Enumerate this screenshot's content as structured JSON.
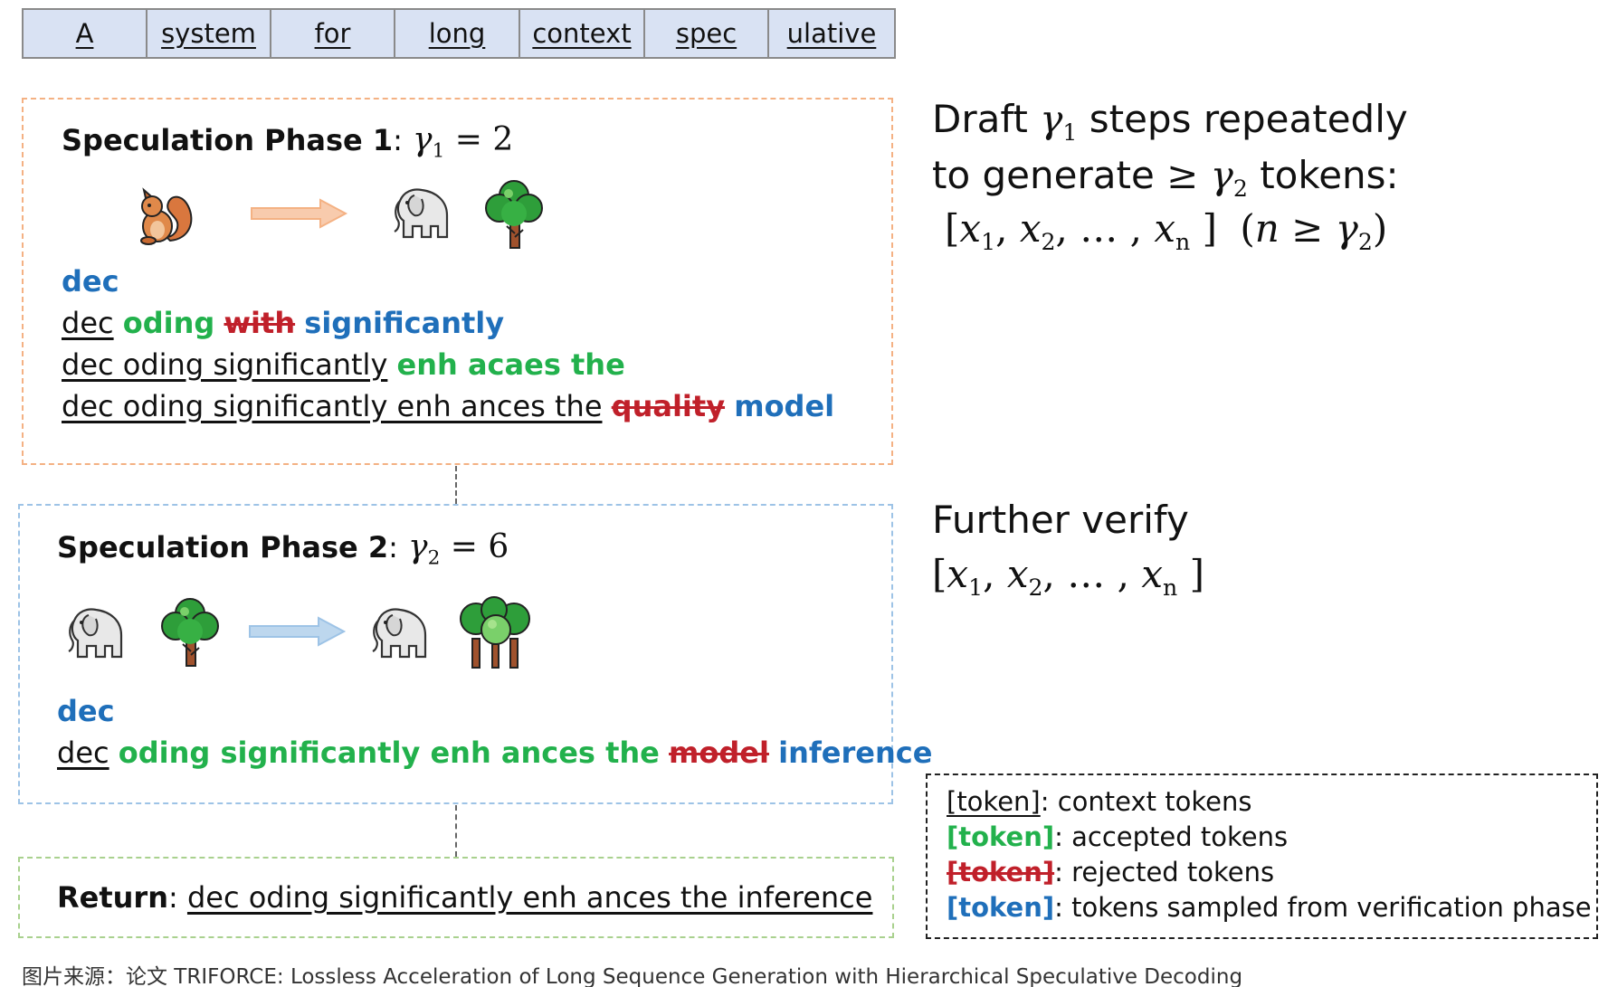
{
  "context_tokens": [
    "A",
    "system",
    "for",
    "long",
    "context",
    "spec",
    "ulative"
  ],
  "phase1": {
    "title_bold": "Speculation Phase 1",
    "title_colon": ":",
    "gamma_symbol": "γ",
    "gamma_index": "1",
    "gamma_value": "= 2",
    "icons": [
      "squirrel-icon",
      "arrow-right-icon",
      "elephant-icon",
      "tree-icon"
    ],
    "lines": [
      [
        {
          "text": "dec",
          "kind": "sampled"
        }
      ],
      [
        {
          "text": "dec",
          "kind": "context"
        },
        {
          "text": "oding",
          "kind": "accepted"
        },
        {
          "text": "with",
          "kind": "rejected"
        },
        {
          "text": "significantly",
          "kind": "sampled"
        }
      ],
      [
        {
          "text": "dec oding significantly",
          "kind": "context"
        },
        {
          "text": "enh acaes the",
          "kind": "accepted"
        }
      ],
      [
        {
          "text": "dec oding significantly enh ances the",
          "kind": "context"
        },
        {
          "text": "quality",
          "kind": "rejected"
        },
        {
          "text": "model",
          "kind": "sampled"
        }
      ]
    ]
  },
  "phase2": {
    "title_bold": "Speculation Phase 2",
    "title_colon": ":",
    "gamma_symbol": "γ",
    "gamma_index": "2",
    "gamma_value": "= 6",
    "icons": [
      "elephant-icon",
      "tree-icon",
      "arrow-right-icon",
      "elephant-icon",
      "forest-icon"
    ],
    "lines": [
      [
        {
          "text": "dec",
          "kind": "sampled"
        }
      ],
      [
        {
          "text": "dec",
          "kind": "context"
        },
        {
          "text": "oding significantly enh ances the",
          "kind": "accepted"
        },
        {
          "text": "model",
          "kind": "rejected"
        },
        {
          "text": "inference",
          "kind": "sampled"
        }
      ]
    ]
  },
  "return": {
    "label": "Return",
    "colon": ":",
    "text": "dec oding significantly enh ances the inference"
  },
  "right_top": {
    "line1_pre": "Draft",
    "line1_sym": "γ",
    "line1_idx": "1",
    "line1_post": "steps repeatedly",
    "line2_pre": "to generate",
    "line2_geq": "≥",
    "line2_sym": "γ",
    "line2_idx": "2",
    "line2_post": "tokens:",
    "formula": {
      "open": "[",
      "x1": "x",
      "i1": "1",
      "sep1": ",",
      "x2": "x",
      "i2": "2",
      "sep2": ",",
      "dots": "… ,",
      "xn": "x",
      "in": "n",
      "close": "]",
      "cond_open": "(",
      "n": "n",
      "geq": "≥",
      "g": "γ",
      "gi": "2",
      "cond_close": ")"
    }
  },
  "right_mid": {
    "line1": "Further verify",
    "formula": {
      "open": "[",
      "x1": "x",
      "i1": "1",
      "sep1": ",",
      "x2": "x",
      "i2": "2",
      "sep2": ",",
      "dots": "… ,",
      "xn": "x",
      "in": "n",
      "close": "]"
    }
  },
  "legend": [
    {
      "token": "[token]",
      "kind": "context",
      "desc": ": context tokens"
    },
    {
      "token": "[token]",
      "kind": "accepted",
      "desc": ": accepted tokens"
    },
    {
      "token": "[token]",
      "kind": "rejected",
      "desc": ": rejected tokens"
    },
    {
      "token": "[token]",
      "kind": "sampled",
      "desc": ": tokens sampled from verification phase"
    }
  ],
  "caption": "图片来源：论文 TRIFORCE: Lossless Acceleration of Long Sequence Generation with Hierarchical Speculative Decoding",
  "colors": {
    "context": "#111111",
    "accepted": "#22b14c",
    "rejected": "#c0202a",
    "sampled": "#1f6fba",
    "token_row_fill": "#d9e2f3",
    "phase1_border": "#f4b183",
    "phase2_border": "#9dc3e6",
    "return_border": "#a9d18e"
  }
}
